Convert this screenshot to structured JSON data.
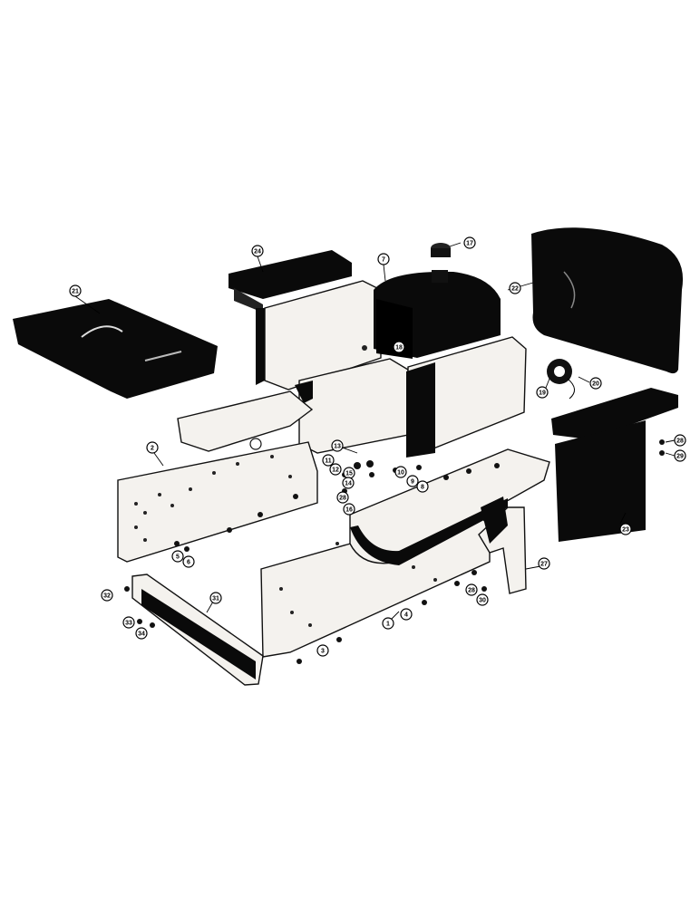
{
  "callouts": [
    {
      "id": "c1",
      "label": "21"
    },
    {
      "id": "c2",
      "label": "24"
    },
    {
      "id": "c3",
      "label": "7"
    },
    {
      "id": "c4",
      "label": "17"
    },
    {
      "id": "c5",
      "label": "22"
    },
    {
      "id": "c6",
      "label": "18"
    },
    {
      "id": "c7",
      "label": "19"
    },
    {
      "id": "c8",
      "label": "20"
    },
    {
      "id": "c9",
      "label": "2"
    },
    {
      "id": "c10",
      "label": "13"
    },
    {
      "id": "c11",
      "label": "11"
    },
    {
      "id": "c12",
      "label": "12"
    },
    {
      "id": "c13",
      "label": "15"
    },
    {
      "id": "c14",
      "label": "14"
    },
    {
      "id": "c15",
      "label": "10"
    },
    {
      "id": "c16",
      "label": "9"
    },
    {
      "id": "c17",
      "label": "8"
    },
    {
      "id": "c18",
      "label": "28"
    },
    {
      "id": "c19",
      "label": "16"
    },
    {
      "id": "c20",
      "label": "5"
    },
    {
      "id": "c21",
      "label": "6"
    },
    {
      "id": "c22",
      "label": "28"
    },
    {
      "id": "c23",
      "label": "29"
    },
    {
      "id": "c24",
      "label": "23"
    },
    {
      "id": "c25",
      "label": "27"
    },
    {
      "id": "c26",
      "label": "28"
    },
    {
      "id": "c27",
      "label": "30"
    },
    {
      "id": "c28",
      "label": "32"
    },
    {
      "id": "c29",
      "label": "31"
    },
    {
      "id": "c30",
      "label": "33"
    },
    {
      "id": "c31",
      "label": "34"
    },
    {
      "id": "c32",
      "label": "1"
    },
    {
      "id": "c33",
      "label": "4"
    },
    {
      "id": "c34",
      "label": "3"
    }
  ],
  "colors": {
    "ink": "#0a0a0a",
    "panel": "#f4f2ee",
    "paper": "#ffffff"
  }
}
